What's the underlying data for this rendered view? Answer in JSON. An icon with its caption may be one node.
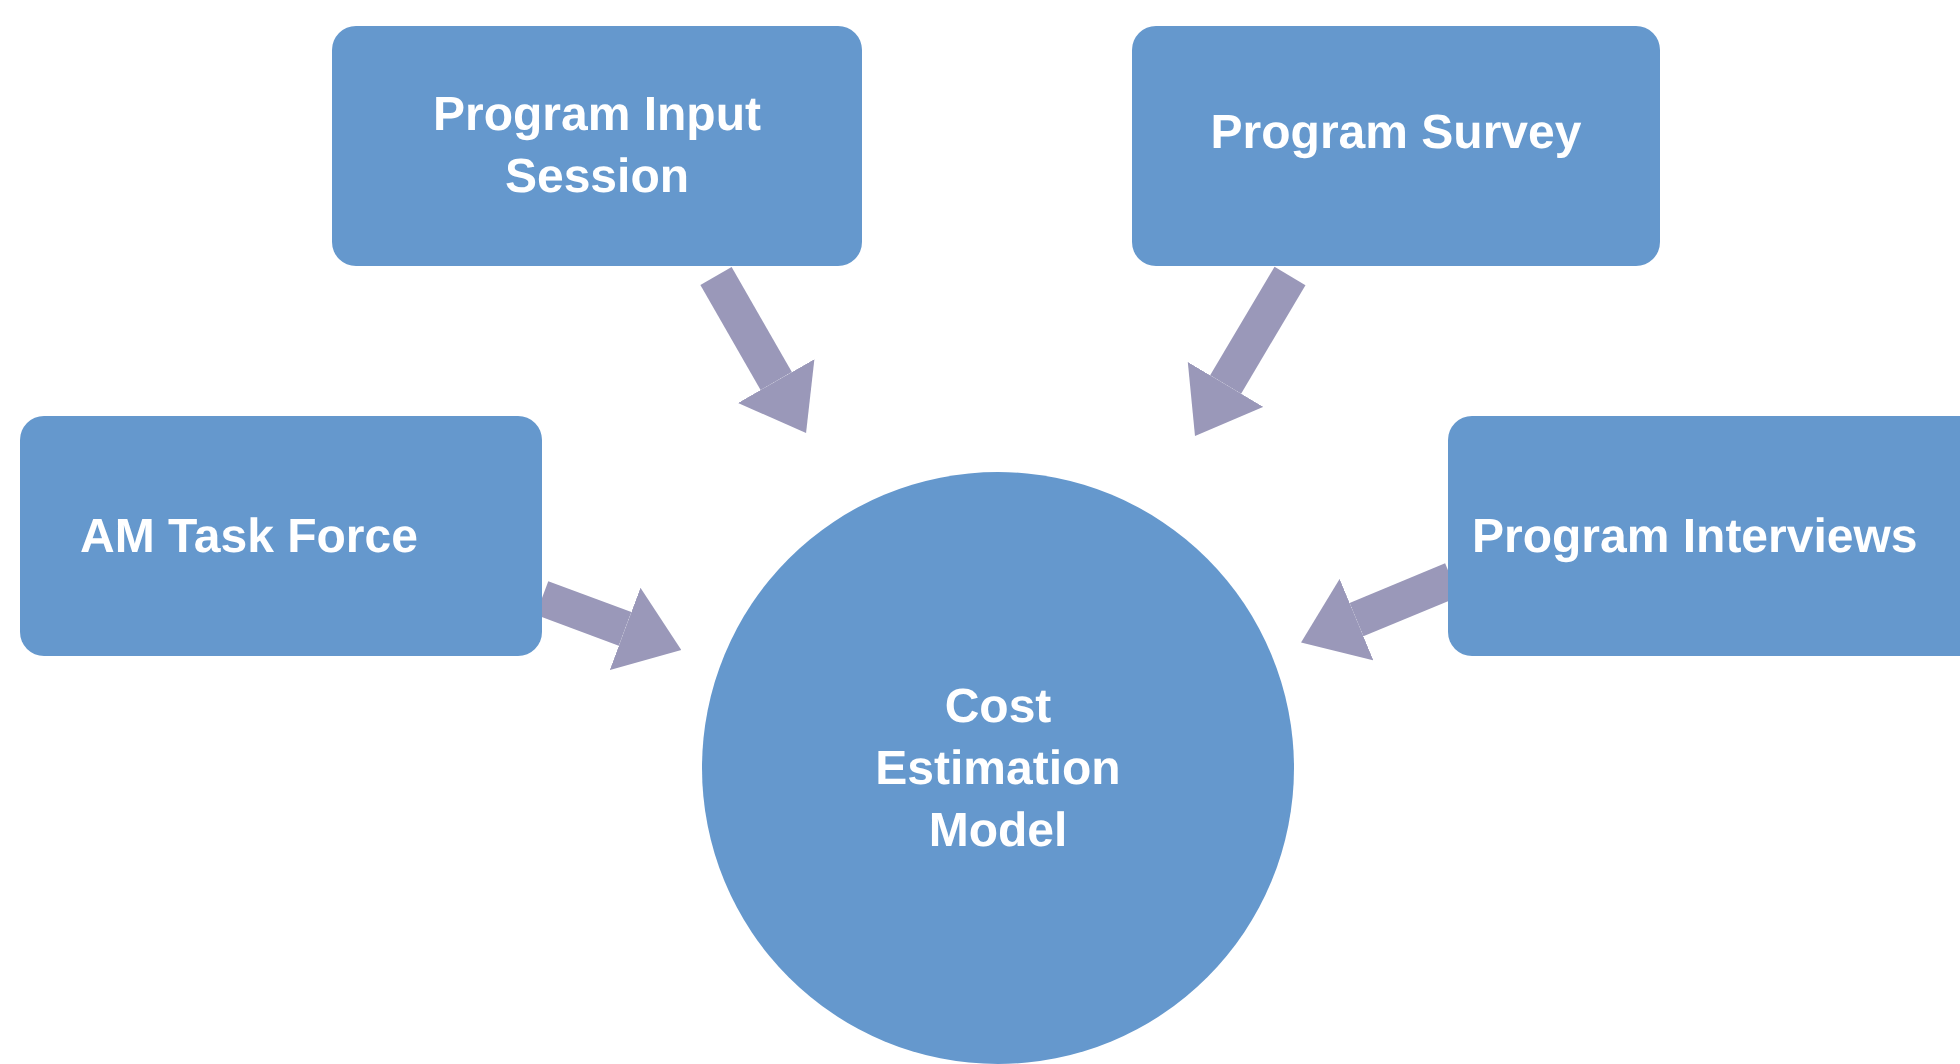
{
  "diagram": {
    "nodes": [
      {
        "text": [
          "Program Input Session"
        ]
      },
      {
        "text": [
          "Program Survey"
        ]
      },
      {
        "text": [
          "AM Task Force"
        ]
      },
      {
        "text": [
          "Program Interviews"
        ]
      },
      {
        "text": [
          "Cost Estimation Model"
        ]
      }
    ],
    "edges": [
      {
        "from": 0,
        "to": 4,
        "arrow": "to"
      },
      {
        "from": 1,
        "to": 4,
        "arrow": "to"
      },
      {
        "from": 2,
        "to": 4,
        "arrow": "to"
      },
      {
        "from": 3,
        "to": 4,
        "arrow": "to"
      }
    ]
  }
}
